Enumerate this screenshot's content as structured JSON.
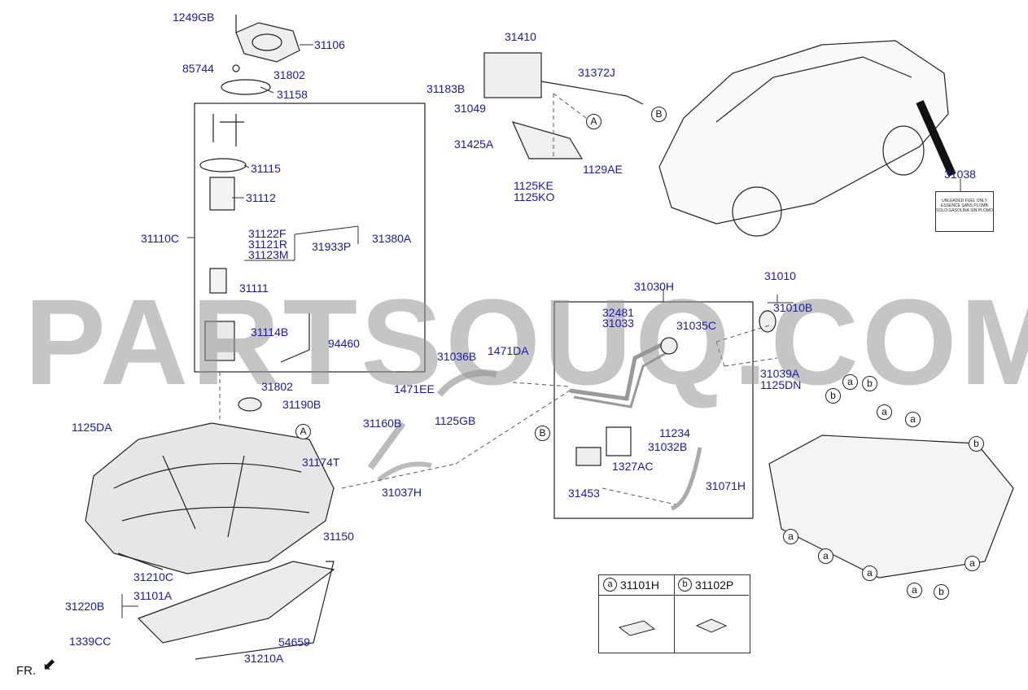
{
  "watermark": "PARTSOUQ.COM",
  "orientation_label": "FR.",
  "callouts": {
    "p1249GB": "1249GB",
    "p31106": "31106",
    "p85744": "85744",
    "p31802_top": "31802",
    "p31158": "31158",
    "p31115": "31115",
    "p31112": "31112",
    "p31122F": "31122F",
    "p31121R": "31121R",
    "p31123M": "31123M",
    "p31933P": "31933P",
    "p31380A": "31380A",
    "p31110C": "31110C",
    "p31111": "31111",
    "p31114B": "31114B",
    "p94460": "94460",
    "p31802_mid": "31802",
    "p31190B": "31190B",
    "p1125DA": "1125DA",
    "p31174T": "31174T",
    "p31150": "31150",
    "p31210C": "31210C",
    "p31220B": "31220B",
    "p31101A": "31101A",
    "p1339CC": "1339CC",
    "p54659": "54659",
    "p31210A": "31210A",
    "p31410": "31410",
    "p31372J": "31372J",
    "p31183B": "31183B",
    "p31049": "31049",
    "p31425A": "31425A",
    "p1129AE": "1129AE",
    "p1125KE": "1125KE",
    "p1125KO": "1125KO",
    "p31036B": "31036B",
    "p1471DA": "1471DA",
    "p1471EE": "1471EE",
    "p31160B": "31160B",
    "p1125GB": "1125GB",
    "p31037H": "31037H",
    "p31030H": "31030H",
    "p32481": "32481",
    "p31033": "31033",
    "p31035C": "31035C",
    "p31010": "31010",
    "p31010B": "31010B",
    "p31039A": "31039A",
    "p1125DN": "1125DN",
    "p11234": "11234",
    "p31032B": "31032B",
    "p1327AC": "1327AC",
    "p31453": "31453",
    "p31071H": "31071H",
    "p31038": "31038"
  },
  "refs": {
    "a": "a",
    "b": "b",
    "A": "A",
    "B": "B"
  },
  "legend": {
    "a_code": "a",
    "a_part": "31101H",
    "b_code": "b",
    "b_part": "31102P"
  },
  "fuel_label_lines": [
    "UNLEADED FUEL ONLY",
    "ESSENCE SANS PLOMB",
    "SOLO GASOLINA SIN PLOMO"
  ],
  "colors": {
    "callout_text": "#1a1aa6",
    "line_art": "#222222",
    "watermark": "#969696"
  }
}
